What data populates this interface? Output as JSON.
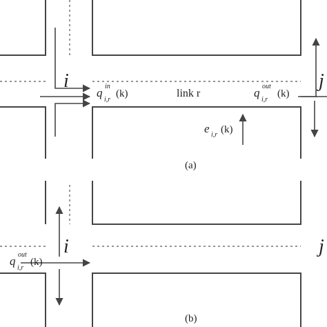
{
  "panel_a": {
    "node_i": "i",
    "node_j": "j",
    "q_in_base": "q",
    "q_in_sup": "in",
    "q_in_sub": "i,r",
    "q_in_arg": "(k)",
    "link_label": "link r",
    "q_out_base": "q",
    "q_out_sup": "out",
    "q_out_sub": "i,r",
    "q_out_arg": "(k)",
    "e_base": "e",
    "e_sub": "i,r",
    "e_arg": "(k)",
    "caption": "(a)"
  },
  "panel_b": {
    "node_i": "i",
    "node_j": "j",
    "q_out_base": "q",
    "q_out_sup": "out",
    "q_out_sub": "i,r",
    "q_out_arg": "(k)",
    "caption": "(b)"
  }
}
